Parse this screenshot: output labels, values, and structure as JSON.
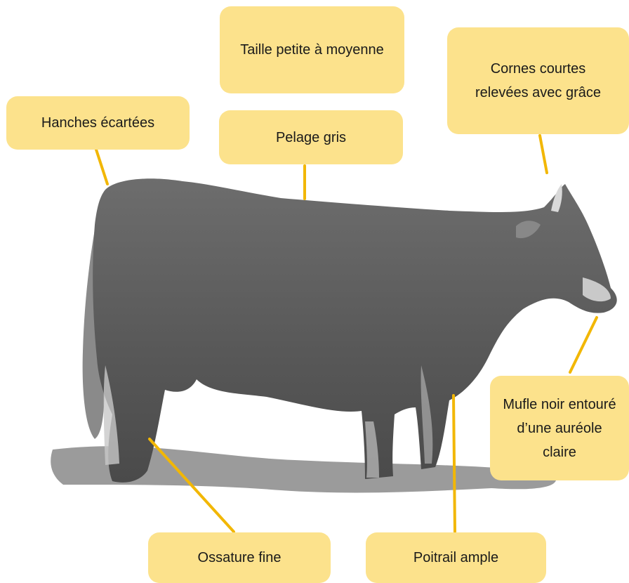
{
  "labels": {
    "taille": "Taille petite à moyenne",
    "cornes": "Cornes courtes relevées avec grâce",
    "hanches": "Hanches écartées",
    "pelage": "Pelage gris",
    "mufle": "Mufle noir entouré d’une auréole claire",
    "ossature": "Ossature fine",
    "poitrail": "Poitrail ample"
  },
  "colors": {
    "label_background": "#fce28c",
    "connector": "#f2b705",
    "cow": "#5c5c5c"
  }
}
